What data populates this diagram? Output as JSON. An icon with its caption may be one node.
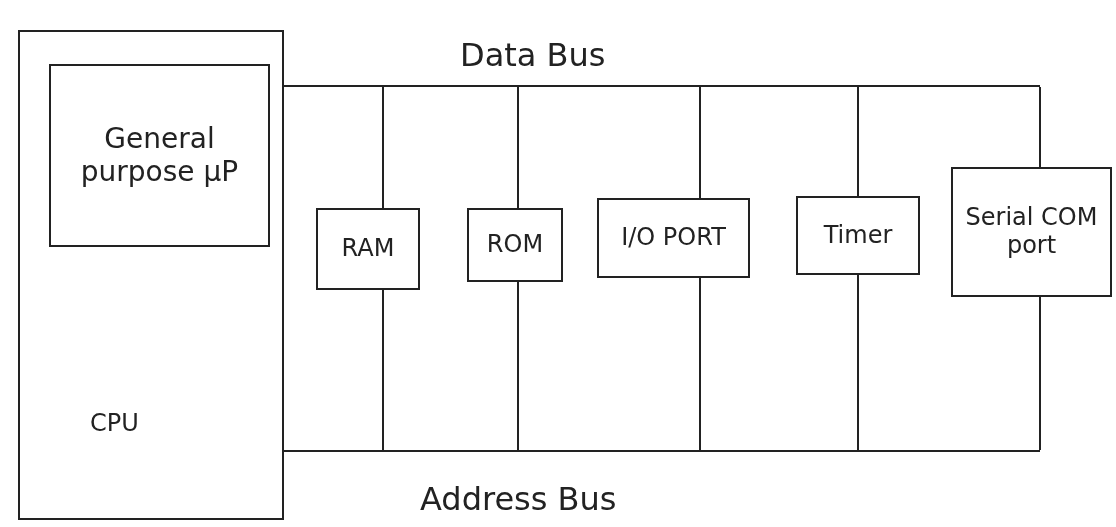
{
  "diagram": {
    "nodes": [
      {
        "text": [
          "CPU"
        ]
      },
      {
        "text": [
          "General purpose μP"
        ],
        "in": 0
      },
      {
        "text": [
          "Data Bus"
        ]
      },
      {
        "text": [
          "RAM"
        ]
      },
      {
        "text": [
          "ROM"
        ]
      },
      {
        "text": [
          "I/O PORT"
        ]
      },
      {
        "text": [
          "Timer"
        ]
      },
      {
        "text": [
          "Serial COM port"
        ]
      },
      {
        "text": [
          "Address Bus"
        ]
      }
    ],
    "edges": [
      {
        "from": 0,
        "to": 2,
        "arrow": "none"
      },
      {
        "from": 0,
        "to": 8,
        "arrow": "none"
      },
      {
        "from": 3,
        "to": 2,
        "arrow": "none"
      },
      {
        "from": 3,
        "to": 8,
        "arrow": "none"
      },
      {
        "from": 4,
        "to": 2,
        "arrow": "none"
      },
      {
        "from": 4,
        "to": 8,
        "arrow": "none"
      },
      {
        "from": 5,
        "to": 2,
        "arrow": "none"
      },
      {
        "from": 5,
        "to": 8,
        "arrow": "none"
      },
      {
        "from": 6,
        "to": 2,
        "arrow": "none"
      },
      {
        "from": 6,
        "to": 8,
        "arrow": "none"
      },
      {
        "from": 7,
        "to": 2,
        "arrow": "none"
      },
      {
        "from": 7,
        "to": 8,
        "arrow": "none"
      }
    ]
  }
}
